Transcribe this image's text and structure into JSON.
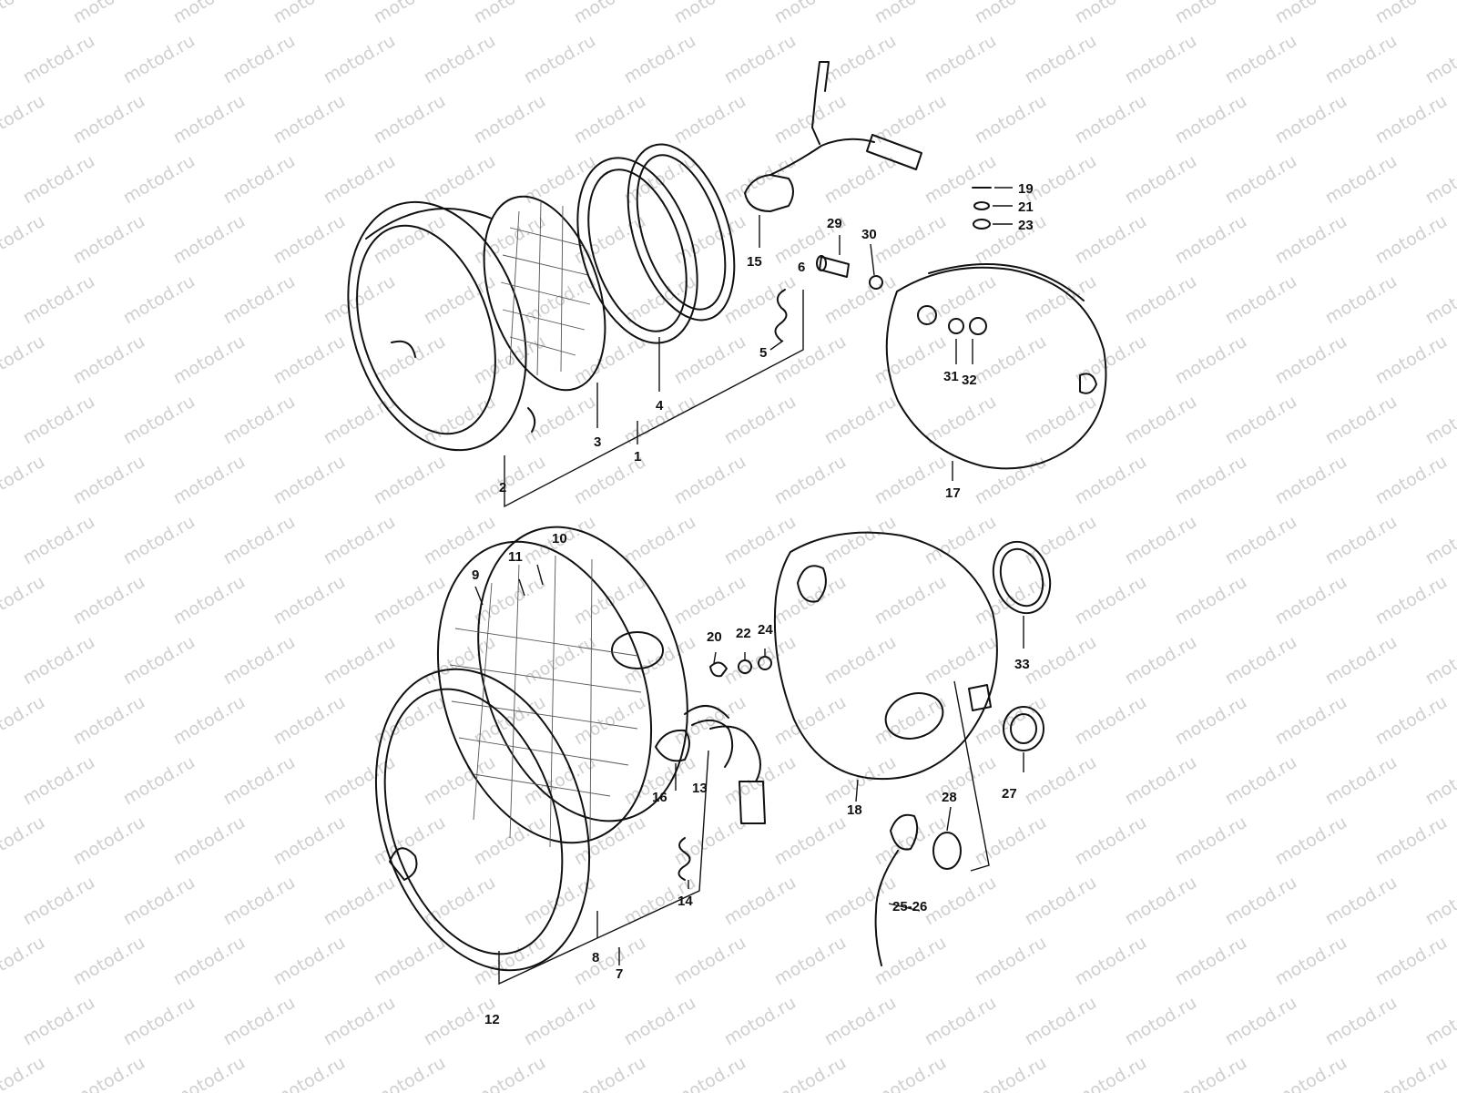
{
  "watermark": "motod.ru",
  "colors": {
    "line": "#111111",
    "watermark": "#cfcfcf",
    "background": "#ffffff"
  },
  "callouts": {
    "c1": "1",
    "c2": "2",
    "c3": "3",
    "c4": "4",
    "c5": "5",
    "c6": "6",
    "c7": "7",
    "c8": "8",
    "c9": "9",
    "c10": "10",
    "c11": "11",
    "c12": "12",
    "c13": "13",
    "c14": "14",
    "c15": "15",
    "c16": "16",
    "c17": "17",
    "c18": "18",
    "c19": "19",
    "c20": "20",
    "c21": "21",
    "c22": "22",
    "c23": "23",
    "c24": "24",
    "c25_26": "25-26",
    "c27": "27",
    "c28": "28",
    "c29": "29",
    "c30": "30",
    "c31": "31",
    "c32": "32",
    "c33": "33"
  }
}
